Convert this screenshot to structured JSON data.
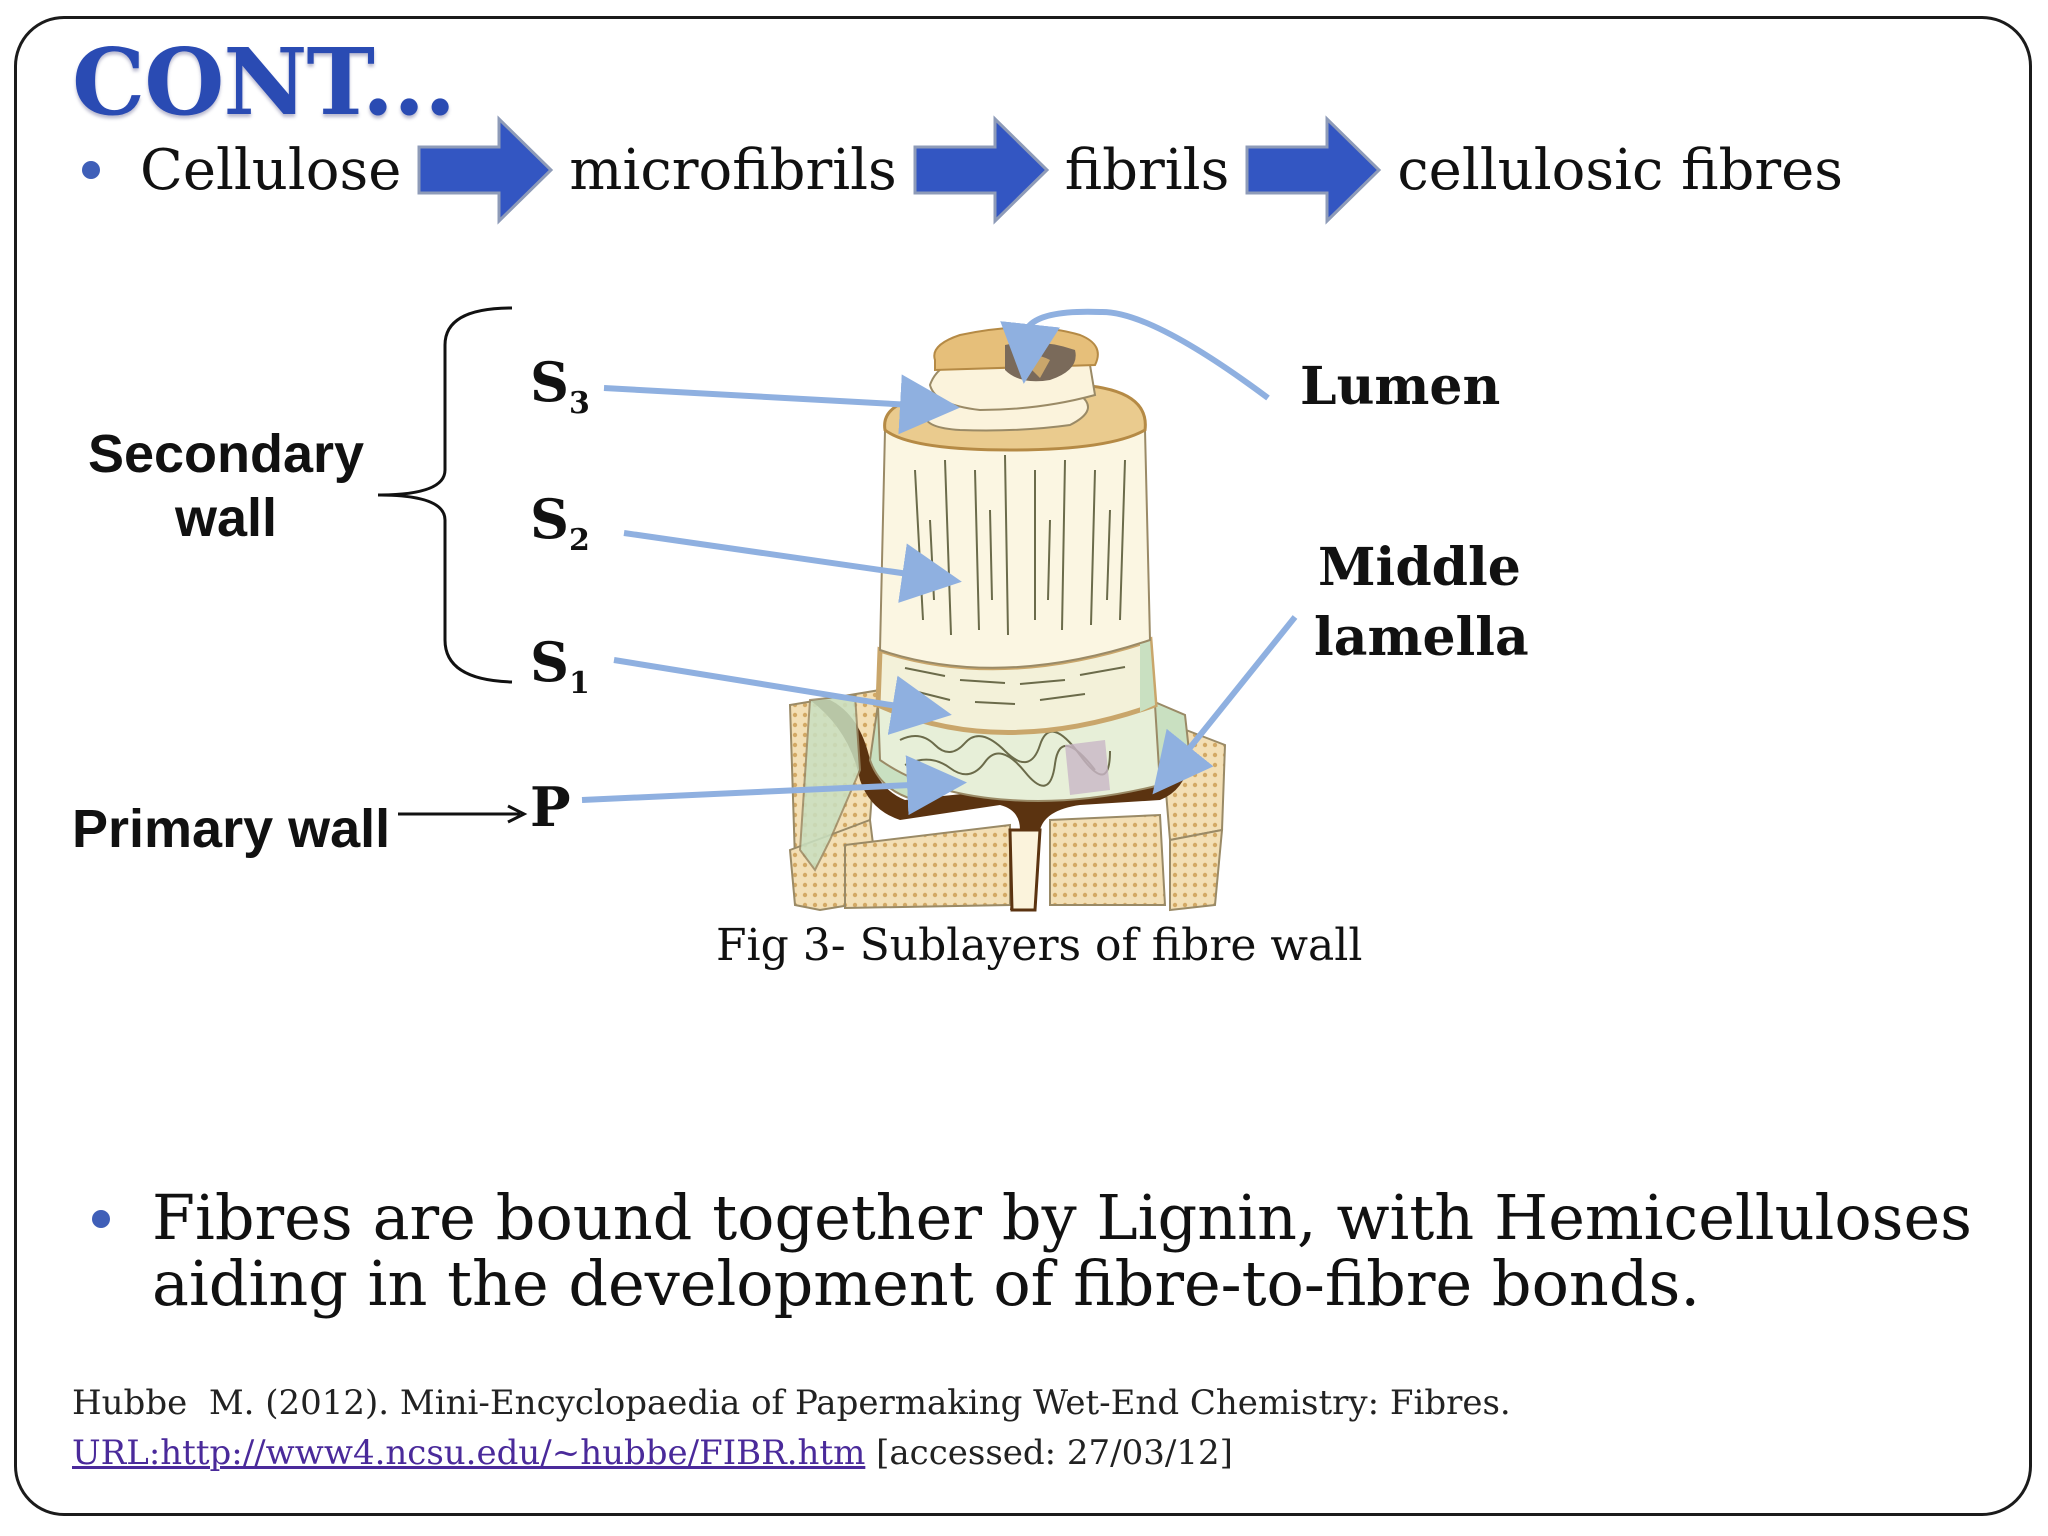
{
  "slide": {
    "title": "CONT...",
    "flow": {
      "steps": [
        "Cellulose",
        "microfibrils",
        "fibrils",
        "cellulosic fibres"
      ],
      "arrow_color": "#3356c2"
    },
    "figure": {
      "secondary_wall_line1": "Secondary",
      "secondary_wall_line2": "wall",
      "primary_wall": "Primary wall",
      "layers": {
        "s3": {
          "letter": "S",
          "sub": "3"
        },
        "s2": {
          "letter": "S",
          "sub": "2"
        },
        "s1": {
          "letter": "S",
          "sub": "1"
        },
        "p": {
          "letter": "P"
        }
      },
      "lumen": "Lumen",
      "middle_lamella_line1": "Middle",
      "middle_lamella_line2": "lamella",
      "caption": "Fig 3- Sublayers of fibre wall"
    },
    "bullet2": "Fibres are bound together by Lignin, with Hemicelluloses aiding in the development of fibre-to-fibre bonds.",
    "reference": {
      "citation": "Hubbe  M. (2012). Mini-Encyclopaedia of Papermaking Wet-End Chemistry: Fibres.",
      "url_text": "URL:http://www4.ncsu.edu/~hubbe/FIBR.htm",
      "accessed": " [accessed: 27/03/12]"
    }
  }
}
